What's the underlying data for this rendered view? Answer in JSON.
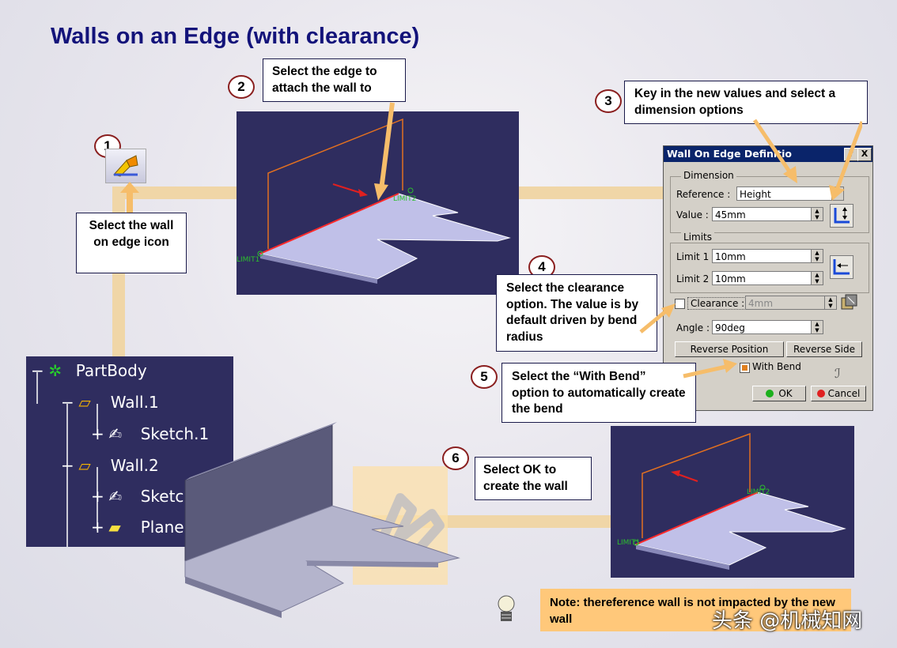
{
  "title": "Walls on an Edge (with clearance)",
  "steps": {
    "s1": {
      "num": "1",
      "text": "Select the wall on edge icon"
    },
    "s2": {
      "num": "2",
      "text": "Select the edge to attach the wall to"
    },
    "s3": {
      "num": "3",
      "text": "Key in the new values and select a dimension options"
    },
    "s4": {
      "num": "4",
      "text": "Select the clearance option. The value is by default driven by bend radius"
    },
    "s5": {
      "num": "5",
      "text": "Select the “With Bend” option to automatically create the bend"
    },
    "s6": {
      "num": "6",
      "text": "Select OK to create the wall"
    }
  },
  "viewport_labels": {
    "limit1": "LIMIT1",
    "limit2": "LIMIT2"
  },
  "dialog": {
    "title": "Wall On Edge Definitio",
    "help": "?",
    "close": "X",
    "dimension_group": "Dimension",
    "reference_label": "Reference :",
    "reference_value": "Height",
    "value_label": "Value :",
    "value": "45mm",
    "limits_group": "Limits",
    "limit1_label": "Limit 1 :",
    "limit1_value": "10mm",
    "limit2_label": "Limit 2 :",
    "limit2_value": "10mm",
    "clearance_label": "Clearance :",
    "clearance_value": "4mm",
    "clearance_checked": false,
    "angle_label": "Angle :",
    "angle_value": "90deg",
    "reverse_position": "Reverse Position",
    "reverse_side": "Reverse Side",
    "with_bend": "With Bend",
    "with_bend_checked": true,
    "ok": "OK",
    "cancel": "Cancel"
  },
  "tree": {
    "items": [
      {
        "label": "PartBody"
      },
      {
        "label": "Wall.1"
      },
      {
        "label": "Sketch.1"
      },
      {
        "label": "Wall.2"
      },
      {
        "label": "Sketc"
      },
      {
        "label": "Plane"
      }
    ]
  },
  "note": "Note: thereference wall is not impacted by the new wall",
  "watermark": "头条 @机械知网",
  "colors": {
    "title": "#13137a",
    "viewport": "#2f2d5f",
    "note": "#ffc87a",
    "arrow": "#f6bd6a"
  }
}
